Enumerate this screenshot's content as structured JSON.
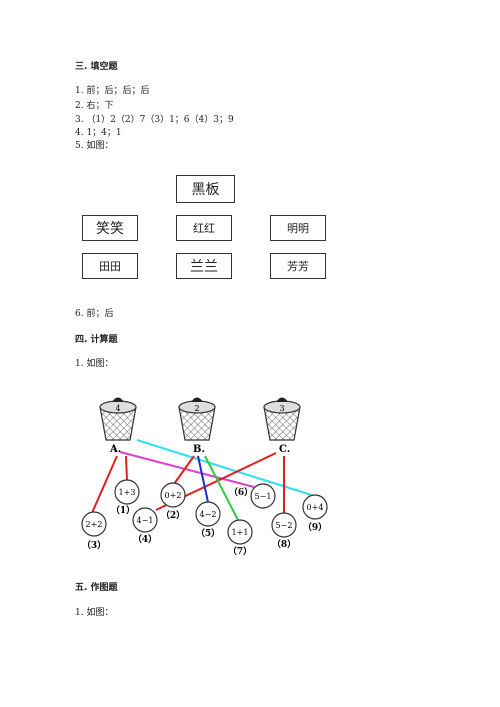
{
  "section3": {
    "heading": "三. 填空题",
    "answers": [
      "1. 前；后；后；后",
      "2. 右；下",
      "3. （1）2（2）7（3）1；6（4）3；9",
      "4. 1；4；1",
      "5. 如图："
    ],
    "seating": {
      "blackboard": "黑板",
      "row1": [
        "笑笑",
        "红红",
        "明明"
      ],
      "row2": [
        "田田",
        "兰兰",
        "芳芳"
      ]
    },
    "answer6": "6. 前；后"
  },
  "section4": {
    "heading": "四. 计算题",
    "intro": "1. 如图：",
    "baskets": [
      {
        "num": "4",
        "label": "A."
      },
      {
        "num": "2",
        "label": "B."
      },
      {
        "num": "3",
        "label": "C."
      }
    ],
    "balls": [
      {
        "expr": "2+2",
        "idx": "（3）"
      },
      {
        "expr": "1+3",
        "idx": "（1）"
      },
      {
        "expr": "4−1",
        "idx": "（4）"
      },
      {
        "expr": "0+2",
        "idx": "（2）"
      },
      {
        "expr": "4−2",
        "idx": "（5）"
      },
      {
        "expr": "1+1",
        "idx": "（7）"
      },
      {
        "expr": "5−1",
        "idx": "（6）"
      },
      {
        "expr": "5−2",
        "idx": "（8）"
      },
      {
        "expr": "0+4",
        "idx": "（9）"
      }
    ],
    "colors": {
      "red": "#e02020",
      "blue": "#1a2fd0",
      "green": "#2ecc40",
      "magenta": "#e040d0",
      "cyan": "#30e0f0"
    }
  },
  "section5": {
    "heading": "五. 作图题",
    "intro": "1. 如图："
  }
}
